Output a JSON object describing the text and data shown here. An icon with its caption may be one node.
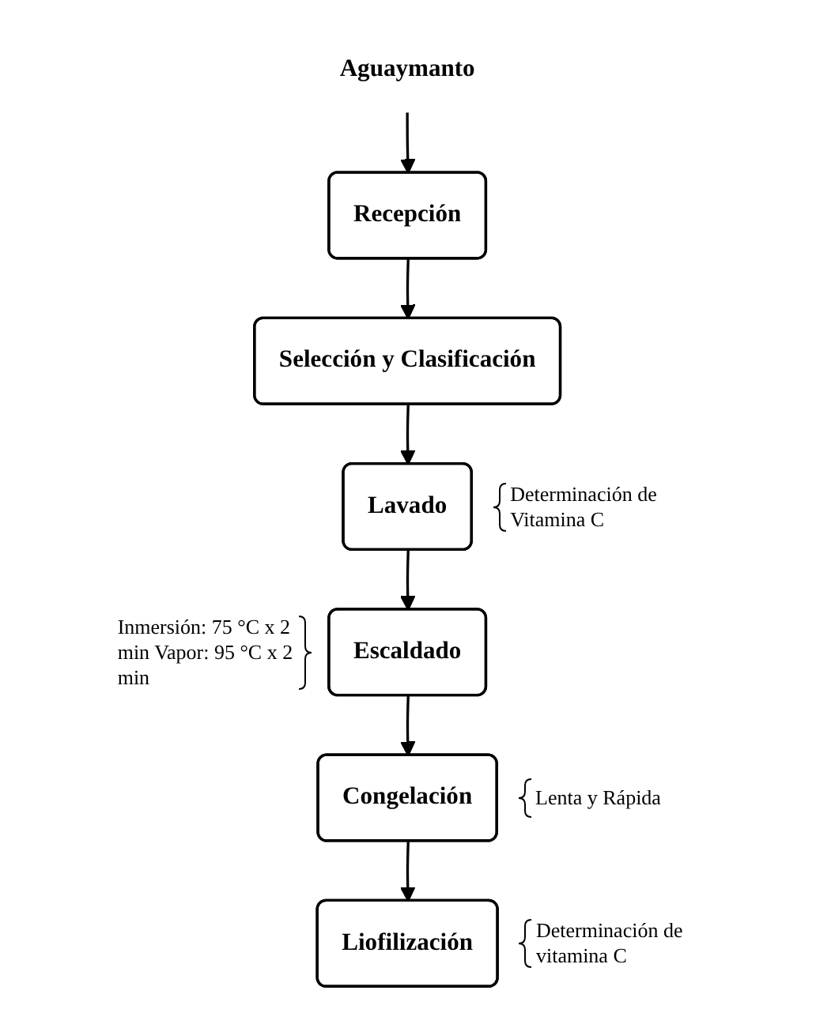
{
  "diagram": {
    "nodes": [
      {
        "text": [
          "Aguaymanto"
        ]
      },
      {
        "text": [
          "Recepción"
        ]
      },
      {
        "text": [
          "Selección y Clasificación"
        ]
      },
      {
        "text": [
          "Lavado"
        ],
        "beside": [
          "Determinación de Vitamina C"
        ]
      },
      {
        "text": [
          "Escaldado"
        ],
        "beside": [
          "Inmersión: 75 °C x 2 min Vapor: 95 °C x 2 min"
        ]
      },
      {
        "text": [
          "Congelación"
        ],
        "beside": [
          "Lenta y Rápida"
        ]
      },
      {
        "text": [
          "Liofilización"
        ],
        "beside": [
          "Determinación de vitamina C"
        ]
      }
    ],
    "edges": [
      {
        "from": 0,
        "to": 1,
        "arrow": "to"
      },
      {
        "from": 1,
        "to": 2,
        "arrow": "to"
      },
      {
        "from": 2,
        "to": 3,
        "arrow": "to"
      },
      {
        "from": 3,
        "to": 4,
        "arrow": "to"
      },
      {
        "from": 4,
        "to": 5,
        "arrow": "to"
      },
      {
        "from": 5,
        "to": 6,
        "arrow": "to"
      }
    ]
  }
}
